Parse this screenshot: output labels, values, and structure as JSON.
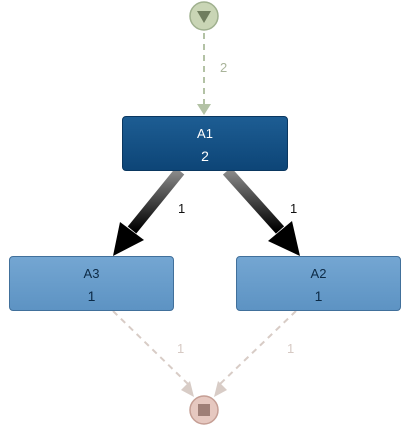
{
  "diagram": {
    "start_event": {
      "icon": "play-down-icon",
      "color": "#c9d5b5"
    },
    "end_event": {
      "icon": "stop-square-icon",
      "color": "#e6c8c0"
    },
    "nodes": [
      {
        "id": "a1",
        "name": "A1",
        "count": "2"
      },
      {
        "id": "a3",
        "name": "A3",
        "count": "1"
      },
      {
        "id": "a2",
        "name": "A2",
        "count": "1"
      }
    ],
    "edges": [
      {
        "from": "start",
        "to": "A1",
        "label": "2"
      },
      {
        "from": "A1",
        "to": "A3",
        "label": "1"
      },
      {
        "from": "A1",
        "to": "A2",
        "label": "1"
      },
      {
        "from": "A3",
        "to": "end",
        "label": "1"
      },
      {
        "from": "A2",
        "to": "end",
        "label": "1"
      }
    ]
  }
}
